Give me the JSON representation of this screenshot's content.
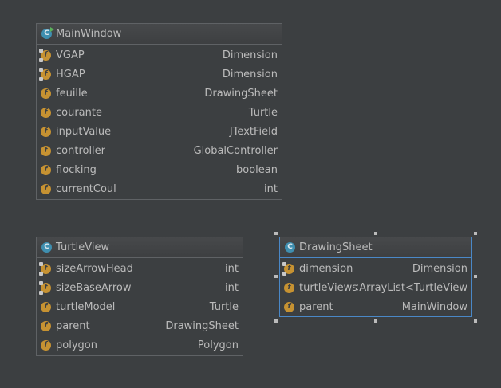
{
  "classes": [
    {
      "name": "MainWindow",
      "icon": "class-icon-runnable",
      "fields": [
        {
          "name": "VGAP",
          "type": "Dimension",
          "static": true
        },
        {
          "name": "HGAP",
          "type": "Dimension",
          "static": true
        },
        {
          "name": "feuille",
          "type": "DrawingSheet",
          "static": false
        },
        {
          "name": "courante",
          "type": "Turtle",
          "static": false
        },
        {
          "name": "inputValue",
          "type": "JTextField",
          "static": false
        },
        {
          "name": "controller",
          "type": "GlobalController",
          "static": false
        },
        {
          "name": "flocking",
          "type": "boolean",
          "static": false
        },
        {
          "name": "currentCoul",
          "type": "int",
          "static": false
        }
      ]
    },
    {
      "name": "TurtleView",
      "icon": "class-icon",
      "fields": [
        {
          "name": "sizeArrowHead",
          "type": "int",
          "static": true
        },
        {
          "name": "sizeBaseArrow",
          "type": "int",
          "static": true
        },
        {
          "name": "turtleModel",
          "type": "Turtle",
          "static": false
        },
        {
          "name": "parent",
          "type": "DrawingSheet",
          "static": false
        },
        {
          "name": "polygon",
          "type": "Polygon",
          "static": false
        }
      ]
    },
    {
      "name": "DrawingSheet",
      "icon": "class-icon",
      "selected": true,
      "fields": [
        {
          "name": "dimension",
          "type": "Dimension",
          "static": true
        },
        {
          "name": "turtleViews",
          "type": "ArrayList<TurtleView>",
          "static": false
        },
        {
          "name": "parent",
          "type": "MainWindow",
          "static": false
        }
      ]
    }
  ],
  "icon_glyphs": {
    "class": "C",
    "field": "f"
  },
  "colors": {
    "background": "#3c3f41",
    "border": "#5f6265",
    "selection": "#4a88c7",
    "class_icon": "#3f8fb0",
    "field_icon": "#c69232",
    "text": "#bbbbbb"
  }
}
